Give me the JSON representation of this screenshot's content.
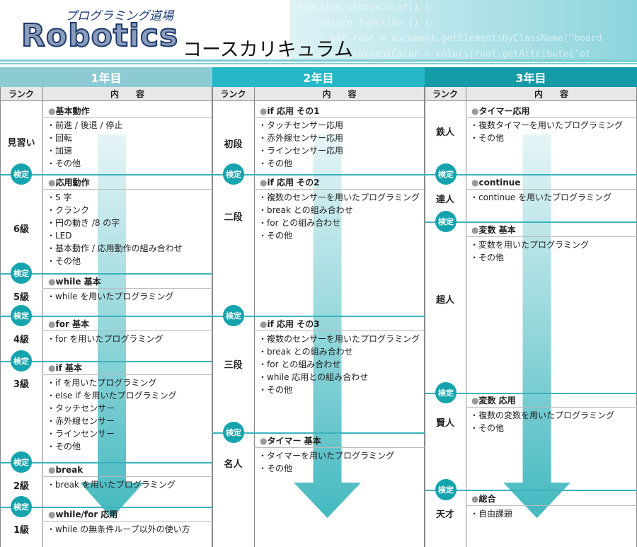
{
  "header": {
    "subtitle": "プログラミング道場",
    "logo": "Robotics",
    "title": "コースカリキュラム",
    "code_text": "function changeColor() {\n    return function () {\n      var root = document.getElementsByClassName(\"board\n      var currentColor = colors[root.getAttribute(\"ot\n      var isPuttable = map.map(function(row, _y){\n        var    y    _map(function(currentColor, _x){"
  },
  "labels": {
    "rank": "ランク",
    "content": "内　　容",
    "kentei": "検定"
  },
  "colors": {
    "year1": "#8ccbd3",
    "year2": "#27b7c8",
    "year3": "#159aa7",
    "kentei": "#15a4ae",
    "arrow": "#bfe3e8"
  },
  "years": [
    {
      "title": "1年目",
      "ranks": [
        "見習い",
        "6級",
        "5級",
        "4級",
        "3級",
        "2級",
        "1級"
      ],
      "sections": [
        {
          "head": "基本動作",
          "items": [
            "・前進 / 後退 / 停止",
            "・回転",
            "・加速",
            "・その他"
          ]
        },
        {
          "head": "応用動作",
          "items": [
            "・S 字",
            "・クランク",
            "・円の動き /8 の字",
            "・LED",
            "・基本動作 / 応用動作の組み合わせ",
            "・その他"
          ]
        },
        {
          "head": "while 基本",
          "items": [
            "・while を用いたプログラミング"
          ]
        },
        {
          "head": "for 基本",
          "items": [
            "・for を用いたプログラミング"
          ]
        },
        {
          "head": "if 基本",
          "items": [
            "・if を用いたプログラミング",
            "・else if を用いたプログラミング",
            "・タッチセンサー",
            "・赤外線センサー",
            "・ラインセンサー",
            "・その他"
          ]
        },
        {
          "head": "break",
          "items": [
            "・break を用いたプログラミング"
          ]
        },
        {
          "head": "while/for 応用",
          "items": [
            "・while の無条件ループ以外の使い方"
          ]
        }
      ]
    },
    {
      "title": "2年目",
      "ranks": [
        "初段",
        "二段",
        "三段",
        "名人"
      ],
      "sections": [
        {
          "head": "if 応用 その1",
          "items": [
            "・タッチセンサー応用",
            "・赤外線センサー応用",
            "・ラインセンサー応用",
            "・その他"
          ]
        },
        {
          "head": "if 応用 その2",
          "items": [
            "・複数のセンサーを用いたプログラミング",
            "・break との組み合わせ",
            "・for との組み合わせ",
            "・その他"
          ]
        },
        {
          "head": "if 応用 その3",
          "items": [
            "・複数のセンサーを用いたプログラミング",
            "・break との組み合わせ",
            "・for との組み合わせ",
            "・while 応用との組み合わせ",
            "・その他"
          ]
        },
        {
          "head": "タイマー 基本",
          "items": [
            "・タイマーを用いたプログラミング",
            "・その他"
          ]
        }
      ]
    },
    {
      "title": "3年目",
      "ranks": [
        "鉄人",
        "達人",
        "超人",
        "賢人",
        "天才"
      ],
      "sections": [
        {
          "head": "タイマー応用",
          "items": [
            "・複数タイマーを用いたプログラミング",
            "・その他"
          ]
        },
        {
          "head": "continue",
          "items": [
            "・continue を用いたプログラミング"
          ]
        },
        {
          "head": "変数 基本",
          "items": [
            "・変数を用いたプログラミング",
            "・その他"
          ]
        },
        {
          "head": "変数 応用",
          "items": [
            "・複数の変数を用いたプログラミング",
            "・その他"
          ]
        },
        {
          "head": "総合",
          "items": [
            "・自由課題"
          ]
        }
      ]
    }
  ]
}
